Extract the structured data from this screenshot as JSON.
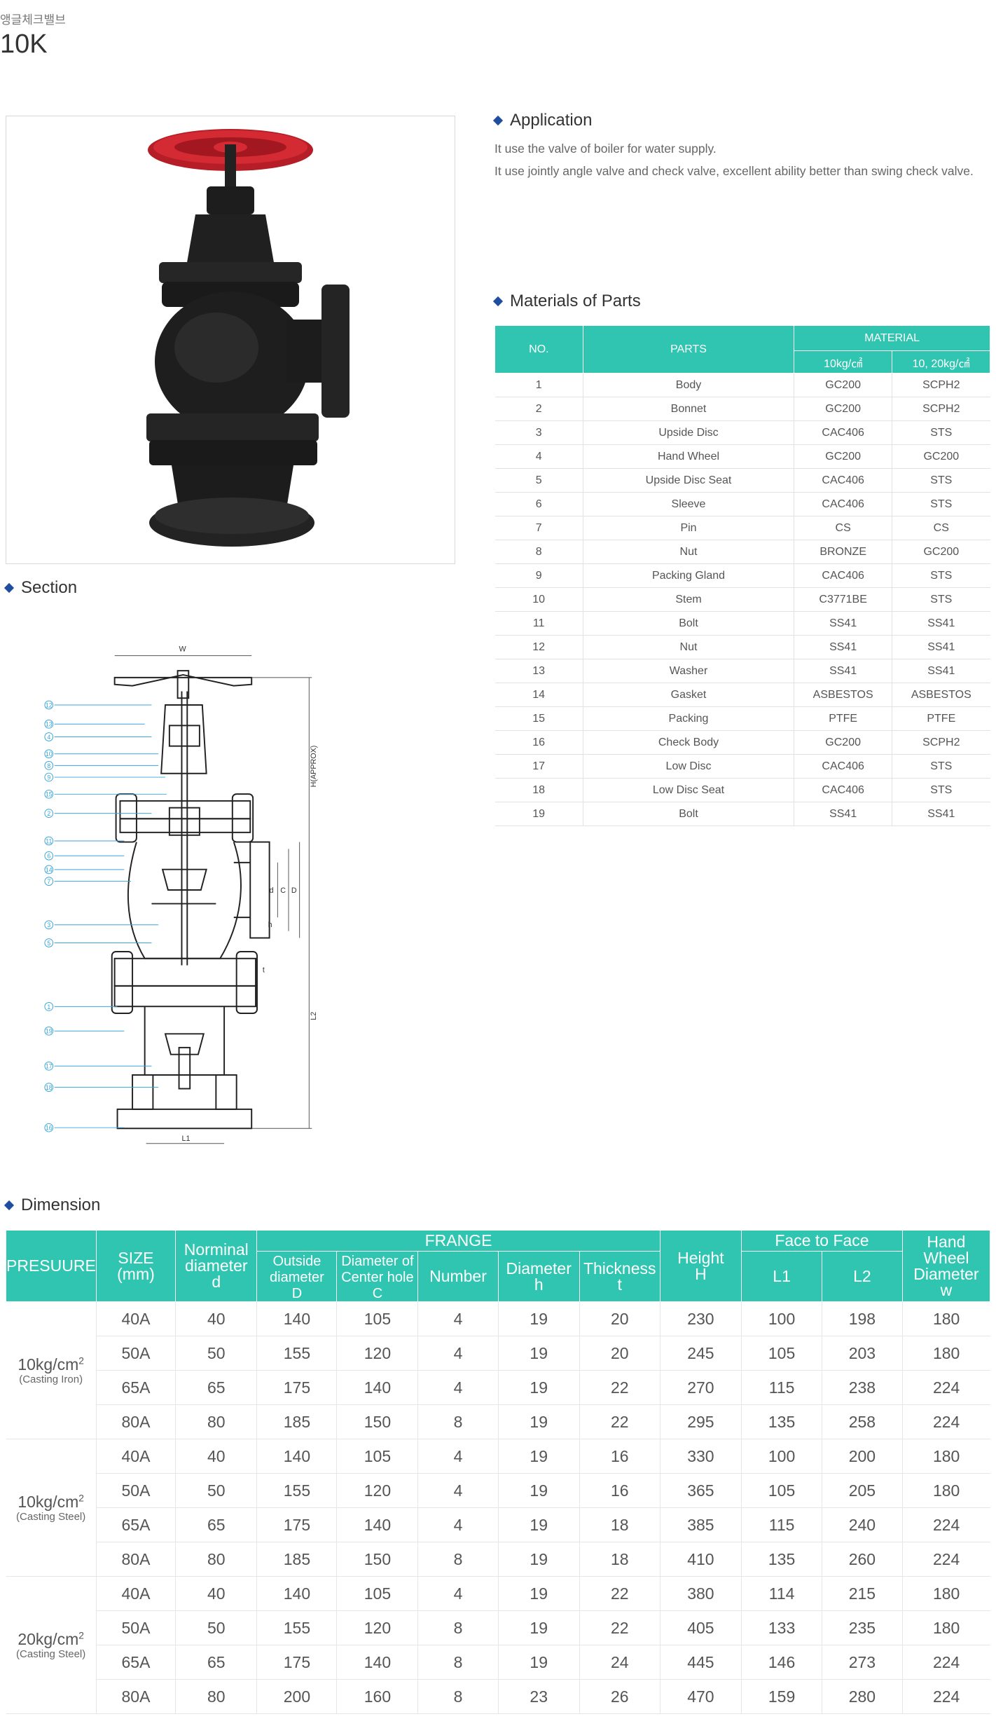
{
  "header": {
    "korean_name": "앵글체크밸브",
    "model": "10K"
  },
  "application": {
    "title": "Application",
    "lines": [
      "It use the valve of boiler for water supply.",
      "It use jointly angle valve and check valve, excellent ability better than swing check valve."
    ]
  },
  "materials": {
    "title": "Materials of Parts",
    "headers": {
      "no": "NO.",
      "parts": "PARTS",
      "material": "MATERIAL",
      "col1": "10kg/㎠",
      "col2": "10, 20kg/㎠"
    },
    "rows": [
      [
        "1",
        "Body",
        "GC200",
        "SCPH2"
      ],
      [
        "2",
        "Bonnet",
        "GC200",
        "SCPH2"
      ],
      [
        "3",
        "Upside Disc",
        "CAC406",
        "STS"
      ],
      [
        "4",
        "Hand Wheel",
        "GC200",
        "GC200"
      ],
      [
        "5",
        "Upside Disc Seat",
        "CAC406",
        "STS"
      ],
      [
        "6",
        "Sleeve",
        "CAC406",
        "STS"
      ],
      [
        "7",
        "Pin",
        "CS",
        "CS"
      ],
      [
        "8",
        "Nut",
        "BRONZE",
        "GC200"
      ],
      [
        "9",
        "Packing Gland",
        "CAC406",
        "STS"
      ],
      [
        "10",
        "Stem",
        "C3771BE",
        "STS"
      ],
      [
        "11",
        "Bolt",
        "SS41",
        "SS41"
      ],
      [
        "12",
        "Nut",
        "SS41",
        "SS41"
      ],
      [
        "13",
        "Washer",
        "SS41",
        "SS41"
      ],
      [
        "14",
        "Gasket",
        "ASBESTOS",
        "ASBESTOS"
      ],
      [
        "15",
        "Packing",
        "PTFE",
        "PTFE"
      ],
      [
        "16",
        "Check Body",
        "GC200",
        "SCPH2"
      ],
      [
        "17",
        "Low Disc",
        "CAC406",
        "STS"
      ],
      [
        "18",
        "Low Disc Seat",
        "CAC406",
        "STS"
      ],
      [
        "19",
        "Bolt",
        "SS41",
        "SS41"
      ]
    ]
  },
  "section": {
    "title": "Section",
    "callouts": [
      "12",
      "13",
      "4",
      "10",
      "8",
      "9",
      "15",
      "2",
      "11",
      "6",
      "14",
      "7",
      "3",
      "5",
      "1",
      "19",
      "17",
      "18",
      "16"
    ],
    "dim_labels": {
      "w": "W",
      "h_approx": "H(APPROX)",
      "d_small": "d",
      "c": "C",
      "d_big": "D",
      "h": "h",
      "t": "t",
      "l2": "L2",
      "l1": "L1"
    }
  },
  "dimension": {
    "title": "Dimension",
    "headers": {
      "pressure": "PRESUURE",
      "size": "SIZE",
      "size_unit": "(mm)",
      "nominal": "Norminal",
      "nominal2": "diameter",
      "nominal3": "d",
      "frange": "FRANGE",
      "od": "Outside",
      "od2": "diameter",
      "od3": "D",
      "dch": "Diameter of",
      "dch2": "Center hole",
      "dch3": "C",
      "number": "Number",
      "diam": "Diameter",
      "diam2": "h",
      "thick": "Thickness",
      "thick2": "t",
      "height": "Height",
      "height2": "H",
      "f2f": "Face to Face",
      "l1": "L1",
      "l2": "L2",
      "hw": "Hand",
      "hw2": "Wheel",
      "hw3": "Diameter",
      "hw4": "w"
    },
    "groups": [
      {
        "pressure": "10kg/cm",
        "note": "(Casting Iron)",
        "rows": [
          [
            "40A",
            "40",
            "140",
            "105",
            "4",
            "19",
            "20",
            "230",
            "100",
            "198",
            "180"
          ],
          [
            "50A",
            "50",
            "155",
            "120",
            "4",
            "19",
            "20",
            "245",
            "105",
            "203",
            "180"
          ],
          [
            "65A",
            "65",
            "175",
            "140",
            "4",
            "19",
            "22",
            "270",
            "115",
            "238",
            "224"
          ],
          [
            "80A",
            "80",
            "185",
            "150",
            "8",
            "19",
            "22",
            "295",
            "135",
            "258",
            "224"
          ]
        ]
      },
      {
        "pressure": "10kg/cm",
        "note": "(Casting Steel)",
        "rows": [
          [
            "40A",
            "40",
            "140",
            "105",
            "4",
            "19",
            "16",
            "330",
            "100",
            "200",
            "180"
          ],
          [
            "50A",
            "50",
            "155",
            "120",
            "4",
            "19",
            "16",
            "365",
            "105",
            "205",
            "180"
          ],
          [
            "65A",
            "65",
            "175",
            "140",
            "4",
            "19",
            "18",
            "385",
            "115",
            "240",
            "224"
          ],
          [
            "80A",
            "80",
            "185",
            "150",
            "8",
            "19",
            "18",
            "410",
            "135",
            "260",
            "224"
          ]
        ]
      },
      {
        "pressure": "20kg/cm",
        "note": "(Casting Steel)",
        "rows": [
          [
            "40A",
            "40",
            "140",
            "105",
            "4",
            "19",
            "22",
            "380",
            "114",
            "215",
            "180"
          ],
          [
            "50A",
            "50",
            "155",
            "120",
            "8",
            "19",
            "22",
            "405",
            "133",
            "235",
            "180"
          ],
          [
            "65A",
            "65",
            "175",
            "140",
            "8",
            "19",
            "24",
            "445",
            "146",
            "273",
            "224"
          ],
          [
            "80A",
            "80",
            "200",
            "160",
            "8",
            "23",
            "26",
            "470",
            "159",
            "280",
            "224"
          ]
        ]
      }
    ]
  },
  "colors": {
    "table_header": "#30c5b1",
    "bullet": "#1f4ea1",
    "callout": "#3aa6d8",
    "wheel": "#c0202a"
  }
}
